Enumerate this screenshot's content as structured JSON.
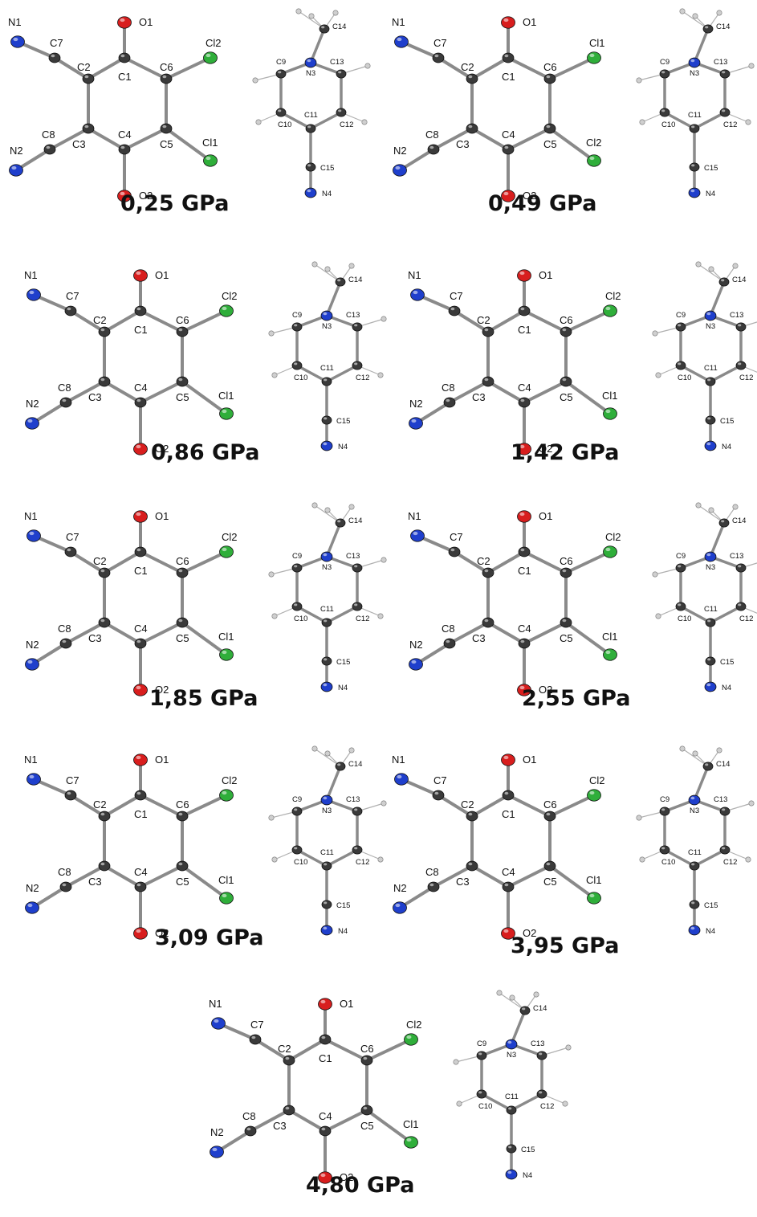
{
  "figure": {
    "anion_atoms": [
      "N1",
      "C7",
      "O1",
      "C2",
      "C1",
      "C6",
      "Cl2",
      "C8",
      "C3",
      "C4",
      "C5",
      "Cl1",
      "N2",
      "O2"
    ],
    "cation_atoms": [
      "C14",
      "C9",
      "N3",
      "C13",
      "C10",
      "C11",
      "C12",
      "C15",
      "N4"
    ],
    "panels": [
      {
        "pressure": "0,25 GPa",
        "cl_top": "Cl2",
        "cl_bottom": "Cl1"
      },
      {
        "pressure": "0,49 GPa",
        "cl_top": "Cl1",
        "cl_bottom": "Cl2"
      },
      {
        "pressure": "0,86 GPa",
        "cl_top": "Cl2",
        "cl_bottom": "Cl1"
      },
      {
        "pressure": "1,42 GPa",
        "cl_top": "Cl2",
        "cl_bottom": "Cl1"
      },
      {
        "pressure": "1,85 GPa",
        "cl_top": "Cl2",
        "cl_bottom": "Cl1"
      },
      {
        "pressure": "2,55 GPa",
        "cl_top": "Cl2",
        "cl_bottom": "Cl1"
      },
      {
        "pressure": "3,09 GPa",
        "cl_top": "Cl2",
        "cl_bottom": "Cl1"
      },
      {
        "pressure": "3,95 GPa",
        "cl_top": "Cl2",
        "cl_bottom": "Cl1"
      },
      {
        "pressure": "4,80 GPa",
        "cl_top": "Cl2",
        "cl_bottom": "Cl1"
      }
    ]
  },
  "colors": {
    "carbon": "#3a3a3a",
    "nitrogen": "#1f3fcc",
    "oxygen": "#d81e1e",
    "chlorine": "#2fae3a",
    "hydrogen": "#cfcfcf",
    "bond": "#8a8a8a"
  }
}
